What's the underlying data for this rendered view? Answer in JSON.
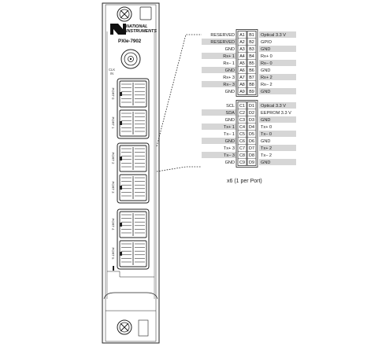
{
  "module": {
    "brand_line1": "NATIONAL",
    "brand_line2": "INSTRUMENTS",
    "model": "PXIe-7902",
    "clk_label_1": "CLK",
    "clk_label_2": "IN",
    "port_labels": [
      "PORT 0",
      "PORT 1",
      "PORT 2",
      "PORT 3",
      "PORT 4",
      "PORT 5"
    ]
  },
  "pinout": {
    "group_ab": [
      {
        "left": "RESERVED",
        "a": "A1",
        "b": "B1",
        "right": "Optical 3.3 V",
        "left_shaded": false,
        "right_shaded": true
      },
      {
        "left": "RESERVED",
        "a": "A2",
        "b": "B2",
        "right": "GPIO",
        "left_shaded": true,
        "right_shaded": false
      },
      {
        "left": "GND",
        "a": "A3",
        "b": "B3",
        "right": "GND",
        "left_shaded": false,
        "right_shaded": true
      },
      {
        "left": "Rx+ 1",
        "a": "A4",
        "b": "B4",
        "right": "Rx+ 0",
        "left_shaded": true,
        "right_shaded": false
      },
      {
        "left": "Rx– 1",
        "a": "A5",
        "b": "B5",
        "right": "Rx– 0",
        "left_shaded": false,
        "right_shaded": true
      },
      {
        "left": "GND",
        "a": "A6",
        "b": "B6",
        "right": "GND",
        "left_shaded": true,
        "right_shaded": false
      },
      {
        "left": "Rx+ 3",
        "a": "A7",
        "b": "B7",
        "right": "Rx+ 2",
        "left_shaded": false,
        "right_shaded": true
      },
      {
        "left": "Rx– 3",
        "a": "A8",
        "b": "B8",
        "right": "Rx– 2",
        "left_shaded": true,
        "right_shaded": false
      },
      {
        "left": "GND",
        "a": "A9",
        "b": "B9",
        "right": "GND",
        "left_shaded": false,
        "right_shaded": true
      }
    ],
    "group_cd": [
      {
        "left": "SCL",
        "a": "C1",
        "b": "D1",
        "right": "Optical 3.3 V",
        "left_shaded": false,
        "right_shaded": true
      },
      {
        "left": "SDA",
        "a": "C2",
        "b": "D2",
        "right": "EEPROM 3.3 V",
        "left_shaded": true,
        "right_shaded": false
      },
      {
        "left": "GND",
        "a": "C3",
        "b": "D3",
        "right": "GND",
        "left_shaded": false,
        "right_shaded": true
      },
      {
        "left": "Tx+ 1",
        "a": "C4",
        "b": "D4",
        "right": "Tx+ 0",
        "left_shaded": true,
        "right_shaded": false
      },
      {
        "left": "Tx– 1",
        "a": "C5",
        "b": "D5",
        "right": "Tx– 0",
        "left_shaded": false,
        "right_shaded": true
      },
      {
        "left": "GND",
        "a": "C6",
        "b": "D6",
        "right": "GND",
        "left_shaded": true,
        "right_shaded": false
      },
      {
        "left": "Tx+ 3",
        "a": "C7",
        "b": "D7",
        "right": "Tx+ 2",
        "left_shaded": false,
        "right_shaded": true
      },
      {
        "left": "Tx– 3",
        "a": "C8",
        "b": "D8",
        "right": "Tx– 2",
        "left_shaded": true,
        "right_shaded": false
      },
      {
        "left": "GND",
        "a": "C9",
        "b": "D9",
        "right": "GND",
        "left_shaded": false,
        "right_shaded": true
      }
    ],
    "caption": "x6 (1 per Port)"
  },
  "colors": {
    "shade": "#d6d6d6",
    "line": "#222222",
    "panel_fill": "#ffffff"
  }
}
